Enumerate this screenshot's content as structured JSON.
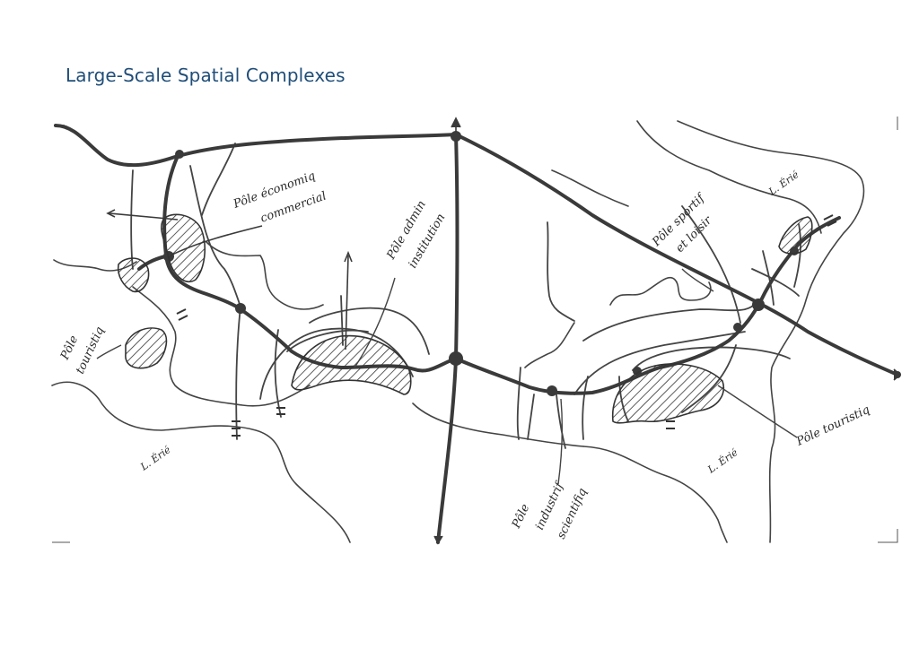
{
  "page": {
    "title": "Large-Scale Spatial Complexes",
    "title_color": "#1f4e79",
    "ink_color": "#3a3a3a"
  },
  "map": {
    "labels": {
      "pole_economic": [
        "Pôle économiq",
        "commercial"
      ],
      "pole_admin": [
        "Pôle admin",
        "institution"
      ],
      "pole_sport": [
        "Pôle sportif",
        "et loisir"
      ],
      "pole_tourist_west": [
        "Pôle",
        "touristiq"
      ],
      "pole_tourist_east": "Pôle touristiq",
      "pole_industrial": [
        "Pôle",
        "industrif",
        "scientifiq"
      ],
      "lake_west": "L. Érié",
      "lake_south": "L. Érié",
      "lake_ne": "L. Érié"
    }
  }
}
